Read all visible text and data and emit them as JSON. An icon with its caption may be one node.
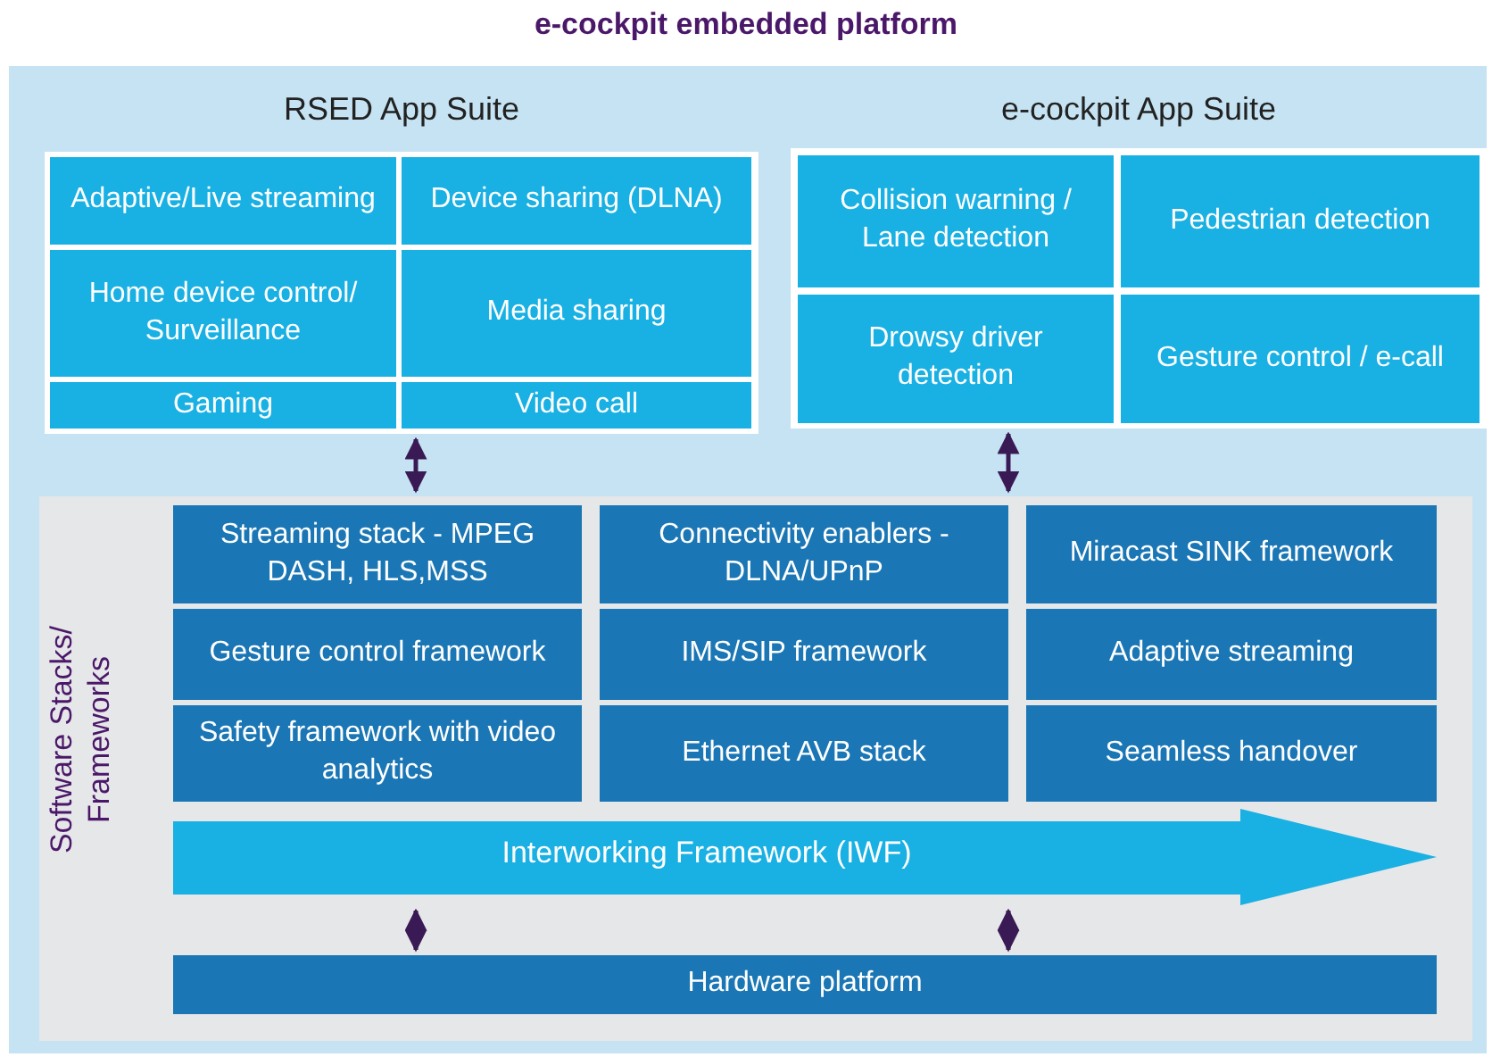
{
  "diagram": {
    "title": "e-cockpit embedded platform",
    "nodes": [
      {
        "text": [
          "RSED App Suite"
        ]
      },
      {
        "text": [
          "Adaptive/Live streaming"
        ],
        "in": 0
      },
      {
        "text": [
          "Device sharing (DLNA)"
        ],
        "in": 0
      },
      {
        "text": [
          "Home device control/ Surveillance"
        ],
        "in": 0
      },
      {
        "text": [
          "Media sharing"
        ],
        "in": 0
      },
      {
        "text": [
          "Gaming"
        ],
        "in": 0
      },
      {
        "text": [
          "Video call"
        ],
        "in": 0
      },
      {
        "text": [
          "e-cockpit App Suite"
        ]
      },
      {
        "text": [
          "Collision warning / Lane detection"
        ],
        "in": 7
      },
      {
        "text": [
          "Pedestrian detection"
        ],
        "in": 7
      },
      {
        "text": [
          "Drowsy driver detection"
        ],
        "in": 7
      },
      {
        "text": [
          "Gesture control / e-call"
        ],
        "in": 7
      },
      {
        "text": [
          "Software Stacks/ Frameworks"
        ]
      },
      {
        "text": [
          "Streaming stack - MPEG DASH, HLS,MSS"
        ],
        "in": 12
      },
      {
        "text": [
          "Connectivity enablers - DLNA/UPnP"
        ],
        "in": 12
      },
      {
        "text": [
          "Miracast SINK framework"
        ],
        "in": 12
      },
      {
        "text": [
          "Gesture control framework"
        ],
        "in": 12
      },
      {
        "text": [
          "IMS/SIP framework"
        ],
        "in": 12
      },
      {
        "text": [
          "Adaptive streaming"
        ],
        "in": 12
      },
      {
        "text": [
          "Safety framework with video analytics"
        ],
        "in": 12
      },
      {
        "text": [
          "Ethernet AVB stack"
        ],
        "in": 12
      },
      {
        "text": [
          "Seamless handover"
        ],
        "in": 12
      },
      {
        "text": [
          "Interworking Framework (IWF)"
        ],
        "in": 12
      },
      {
        "text": [
          "Hardware platform"
        ],
        "in": 12
      }
    ],
    "edges": [
      {
        "from": 0,
        "to": 12,
        "arrow": "both"
      },
      {
        "from": 7,
        "to": 12,
        "arrow": "both"
      },
      {
        "from": 22,
        "to": 23,
        "arrow": "both"
      },
      {
        "from": 22,
        "to": 23,
        "arrow": "both"
      }
    ]
  }
}
